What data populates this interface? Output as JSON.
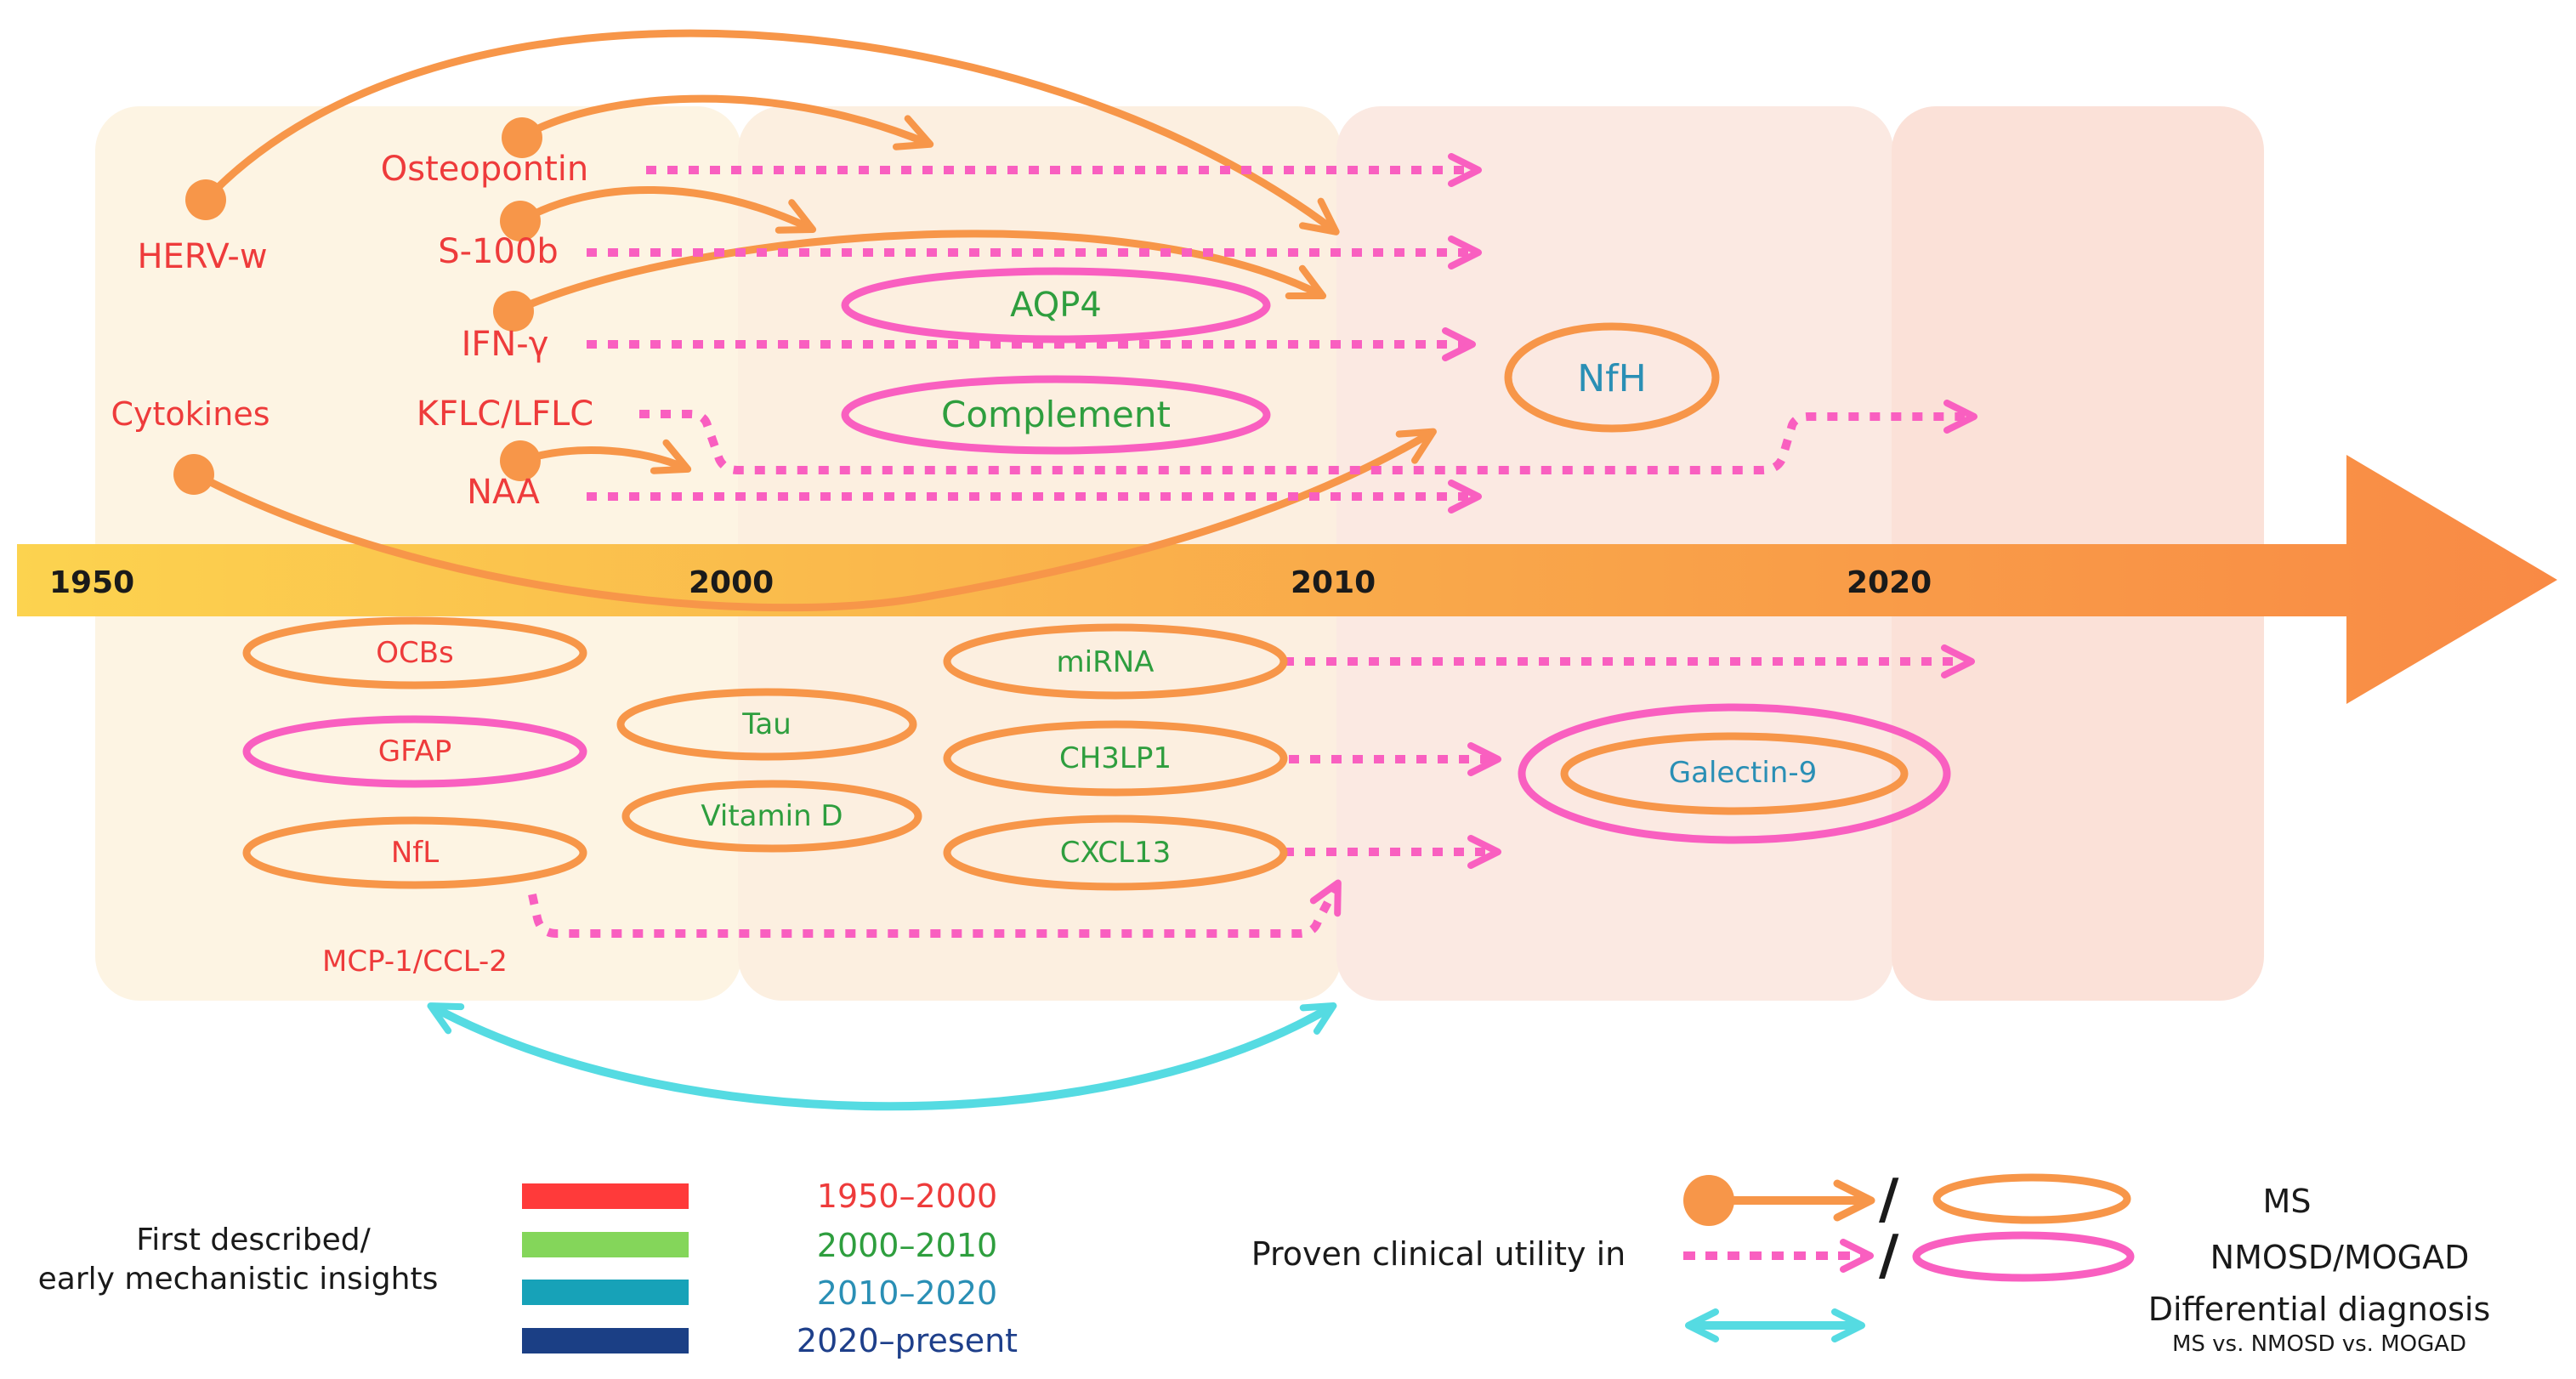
{
  "colors": {
    "red": "#ee3b3b",
    "green": "#2e9e3e",
    "teal": "#2a8fb5",
    "navy": "#1e3f8a",
    "orange": "#f79649",
    "pink": "#f95fc0",
    "cyan": "#55dbe2",
    "band1": "#fdf4e3",
    "band2": "#fcefe0",
    "band3": "#fbe9e2",
    "band4": "#fbe1d8"
  },
  "timeline": {
    "years": [
      "1950",
      "2000",
      "2010",
      "2020"
    ]
  },
  "markers": {
    "herv_w": "HERV-w",
    "osteopontin": "Osteopontin",
    "s100b": "S-100b",
    "ifn_gamma": "IFN-γ",
    "cytokines": "Cytokines",
    "kflc_lflc": "KFLC/LFLC",
    "naa": "NAA",
    "aqp4": "AQP4",
    "complement": "Complement",
    "nfh": "NfH",
    "ocbs": "OCBs",
    "gfap": "GFAP",
    "nfl": "NfL",
    "mcp1": "MCP-1/CCL-2",
    "tau": "Tau",
    "vitamin_d": "Vitamin D",
    "mirna": "miRNA",
    "ch3lp1": "CH3LP1",
    "cxcl13": "CXCL13",
    "galectin9": "Galectin-9"
  },
  "legend": {
    "first_described_line1": "First described/",
    "first_described_line2": "early mechanistic insights",
    "periods": [
      {
        "label": "1950–2000",
        "color": "#ff3a3a",
        "text_color": "#ee3b3b"
      },
      {
        "label": "2000–2010",
        "color": "#84d65a",
        "text_color": "#2e9e3e"
      },
      {
        "label": "2010–2020",
        "color": "#17a2b8",
        "text_color": "#2a8fb5"
      },
      {
        "label": "2020–present",
        "color": "#1b3f85",
        "text_color": "#1e3f8a"
      }
    ],
    "proven_utility": "Proven clinical utility in",
    "ms": "MS",
    "nmosd": "NMOSD/MOGAD",
    "diff_dx": "Differential diagnosis",
    "diff_dx_sub": "MS vs. NMOSD vs. MOGAD",
    "slash": "/"
  }
}
